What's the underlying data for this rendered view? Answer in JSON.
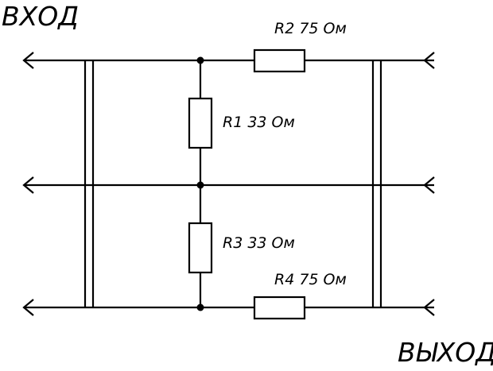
{
  "labels": {
    "input": "ВХОД",
    "output": "ВЫХОД"
  },
  "resistors": {
    "r1": "R1 33 Ом",
    "r2": "R2 75 Ом",
    "r3": "R3 33 Ом",
    "r4": "R4 75 Ом"
  },
  "colors": {
    "line": "#000000",
    "background": "#ffffff"
  }
}
